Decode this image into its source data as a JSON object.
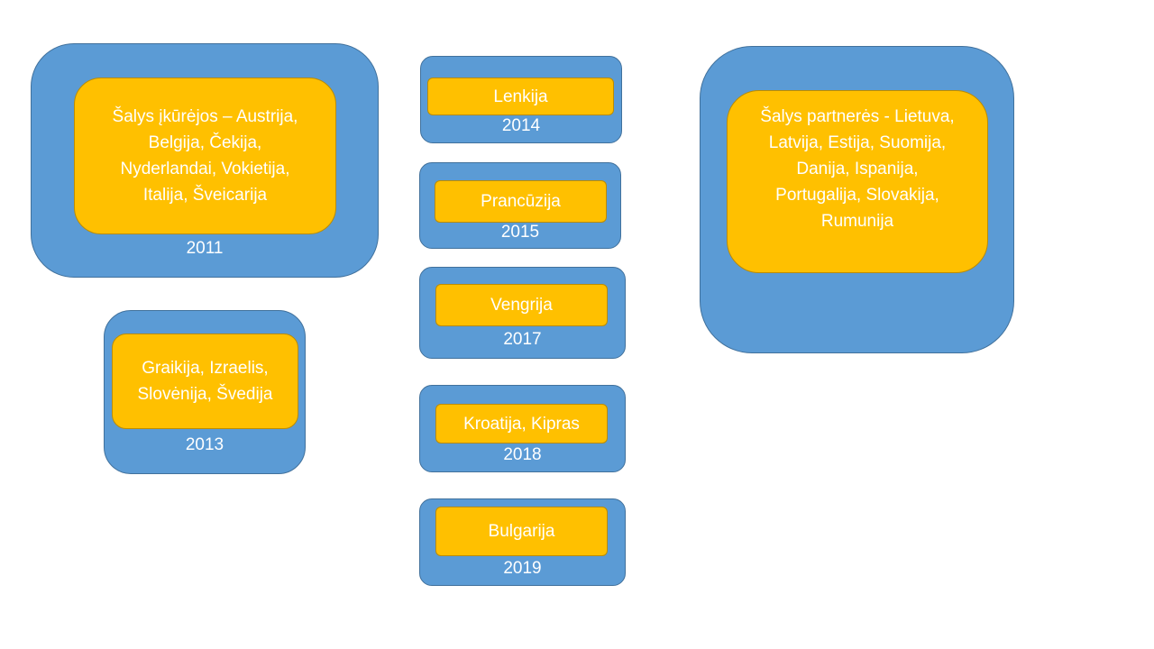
{
  "groups": {
    "founders": {
      "text": "Šalys įkūrėjos – Austrija,\nBelgija, Čekija,\nNyderlandai, Vokietija,\nItalija, Šveicarija",
      "year": "2011"
    },
    "g2013": {
      "text": "Graikija, Izraelis,\nSlovėnija, Švedija",
      "year": "2013"
    },
    "g2014": {
      "text": "Lenkija",
      "year": "2014"
    },
    "g2015": {
      "text": "Prancūzija",
      "year": "2015"
    },
    "g2017": {
      "text": "Vengrija",
      "year": "2017"
    },
    "g2018": {
      "text": "Kroatija, Kipras",
      "year": "2018"
    },
    "g2019": {
      "text": "Bulgarija",
      "year": "2019"
    },
    "partners": {
      "text": "Šalys partnerės - Lietuva,\nLatvija, Estija, Suomija,\nDanija, Ispanija,\nPortugalija, Slovakija,\nRumunija"
    }
  },
  "colors": {
    "outer_fill": "#5b9bd5",
    "inner_fill": "#ffc000",
    "text": "#ffffff"
  }
}
